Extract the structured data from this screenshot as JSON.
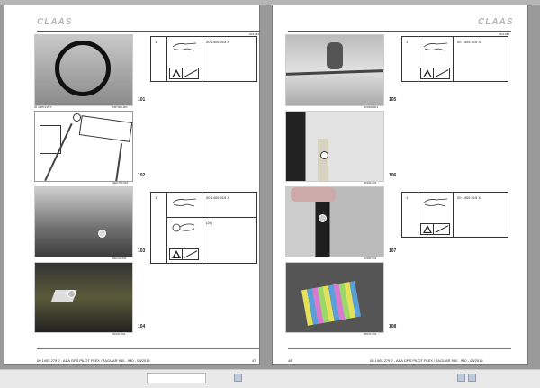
{
  "document": {
    "brand": "CLAAS",
    "footer_title": "00 1405 279 2 - ABA GPS PILOT FLEX / JAGUAR 980 - 930 - 08/2016"
  },
  "pages": [
    {
      "page_number": "47",
      "ref_code": "004-083",
      "figures": [
        {
          "number": "101",
          "caption_left": "00 1405 015 X",
          "caption_right": "CB7300-001",
          "desc": "coiled black cable"
        },
        {
          "number": "102",
          "caption_left": "",
          "caption_right": "HEC700-001",
          "desc": "line drawing of mounting bracket with callout 1"
        },
        {
          "number": "103",
          "caption_left": "",
          "caption_right": "HEC22-001",
          "desc": "cab interior photo with callout 1"
        },
        {
          "number": "104",
          "caption_left": "",
          "caption_right": "00470-002",
          "desc": "under-cab photo with callout 1"
        }
      ],
      "part_tables": [
        {
          "rows": [
            {
              "item": "1",
              "part_no": "00 1405 015 X",
              "note": ""
            }
          ]
        },
        {
          "rows": [
            {
              "item": "1",
              "part_no": "00 1405 015 X",
              "note": ""
            },
            {
              "item": "",
              "part_no": "",
              "note": "(2x)"
            }
          ]
        }
      ]
    },
    {
      "page_number": "48",
      "ref_code": "004-083",
      "figures": [
        {
          "number": "105",
          "caption_left": "",
          "caption_right": "604000-001",
          "desc": "cab roof underside"
        },
        {
          "number": "106",
          "caption_left": "",
          "caption_right": "20400-001",
          "desc": "cab pillar with callout 1"
        },
        {
          "number": "107",
          "caption_left": "",
          "caption_right": "20400-002",
          "desc": "hand routing cable along pillar with callout 1"
        },
        {
          "number": "108",
          "caption_left": "",
          "caption_right": "00570-001",
          "desc": "fuse and relay box wiring"
        }
      ],
      "part_tables": [
        {
          "rows": [
            {
              "item": "1",
              "part_no": "00 1405 015 X",
              "note": ""
            }
          ]
        },
        {
          "rows": [
            {
              "item": "1",
              "part_no": "00 1405 015 X",
              "note": ""
            }
          ]
        }
      ]
    }
  ],
  "icons": {
    "glove": "glove-icon",
    "cable_tie": "cable-tie-icon",
    "warning": "warning-triangle-icon"
  }
}
